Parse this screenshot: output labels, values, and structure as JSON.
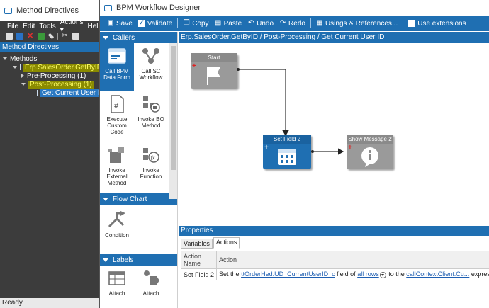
{
  "background_window": {
    "title": "Method Directives",
    "menu": [
      "File",
      "Edit",
      "Tools",
      "Actions",
      "Help"
    ],
    "panel_header": "Method Directives",
    "tree": {
      "root": "Methods",
      "method": "Erp.SalesOrder.GetByID",
      "pre": "Pre-Processing (1)",
      "post": "Post-Processing (1)",
      "directive": "Get Current User ID"
    },
    "status": "Ready"
  },
  "designer": {
    "title": "BPM Workflow Designer",
    "toolbar": {
      "save": "Save",
      "validate": "Validate",
      "copy": "Copy",
      "paste": "Paste",
      "undo": "Undo",
      "redo": "Redo",
      "usings": "Usings & References...",
      "extensions": "Use extensions"
    },
    "toolbox": {
      "callers_header": "Callers",
      "items": {
        "call_bpm_data_form": "Call BPM Data Form",
        "call_sc_workflow": "Call SC Workflow",
        "execute_custom_code": "Execute Custom Code",
        "invoke_bo_method": "Invoke BO Method",
        "invoke_external_method": "Invoke External Method",
        "invoke_function": "Invoke Function",
        "condition": "Condition",
        "attach_1": "Attach",
        "attach_2": "Attach"
      },
      "flow_chart_header": "Flow Chart",
      "labels_header": "Labels"
    },
    "canvas_path": "Erp.SalesOrder.GetByID / Post-Processing / Get Current User ID",
    "nodes": {
      "start": "Start",
      "set_field": "Set Field 2",
      "show_message": "Show Message 2"
    },
    "properties": {
      "header": "Properties",
      "tabs": [
        "Variables",
        "Actions"
      ],
      "active_tab": "Actions",
      "columns": [
        "Action Name",
        "Action"
      ],
      "row": {
        "name": "Set Field 2",
        "text_1": "Set the",
        "field_link": "ttOrderHed.UD_CurrentUserID_c",
        "text_2": "field of",
        "rows_link": "all rows",
        "text_3": "to the",
        "expr_link": "callContextClient.Cu...",
        "text_4": "expression"
      }
    }
  },
  "colors": {
    "accent": "#1f6fb2",
    "node_grey": "#9a9a9a",
    "node_blue": "#1f6fb2",
    "tree_highlight": "#8a8a00"
  }
}
